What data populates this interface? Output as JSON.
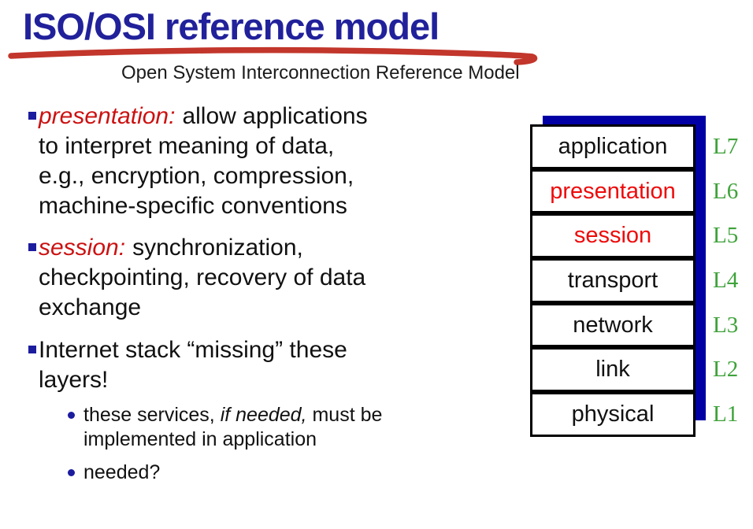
{
  "slide": {
    "title": "ISO/OSI reference model",
    "subtitle": "Open System Interconnection Reference Model"
  },
  "bullets": [
    {
      "lead": "presentation:",
      "lines": [
        "allow applications",
        "to interpret meaning of data,",
        "e.g., encryption, compression,",
        "machine-specific conventions"
      ]
    },
    {
      "lead": "session:",
      "lines": [
        "synchronization,",
        "checkpointing, recovery of data",
        "exchange"
      ]
    },
    {
      "lead": null,
      "lines": [
        "Internet stack “missing” these",
        "layers!"
      ]
    }
  ],
  "sub_bullets": [
    {
      "pre": "these services, ",
      "italic": "if needed,",
      "post": " must be",
      "line2": "implemented in application"
    },
    {
      "pre": "needed?"
    }
  ],
  "stack": {
    "layers": [
      {
        "name": "application",
        "label": "L7",
        "highlight": false
      },
      {
        "name": "presentation",
        "label": "L6",
        "highlight": true
      },
      {
        "name": "session",
        "label": "L5",
        "highlight": true
      },
      {
        "name": "transport",
        "label": "L4",
        "highlight": false
      },
      {
        "name": "network",
        "label": "L3",
        "highlight": false
      },
      {
        "name": "link",
        "label": "L2",
        "highlight": false
      },
      {
        "name": "physical",
        "label": "L1",
        "highlight": false
      }
    ]
  },
  "colors": {
    "title_blue": "#21219B",
    "underline_red": "#C2362B",
    "lead_red": "#CC1111",
    "stack_red": "#EE0A0A",
    "label_green": "#3EA23A",
    "shadow_blue": "#0000A5",
    "bullet_navy": "#1C1C9E",
    "text_black": "#111111"
  }
}
